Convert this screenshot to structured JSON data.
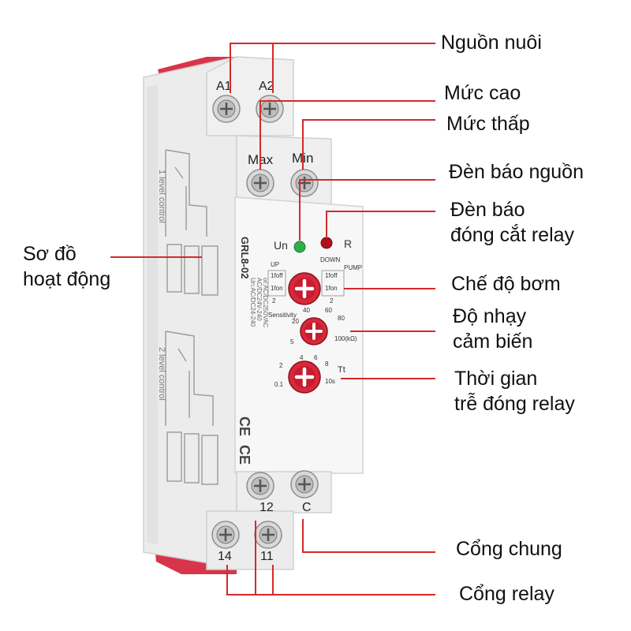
{
  "colors": {
    "leader_line": "#d42a2a",
    "knob": "#d8283a",
    "led_green": "#2db04a",
    "led_red": "#b0101a",
    "body": "#f4f4f4",
    "rail_clip": "#d8344a"
  },
  "callouts": {
    "power_supply": "Nguồn nuôi",
    "high_level": "Mức cao",
    "low_level": "Mức thấp",
    "power_indicator": "Đèn báo nguồn",
    "relay_indicator_line1": "Đèn báo",
    "relay_indicator_line2": "đóng cắt relay",
    "operation_diagram_line1": "Sơ đồ",
    "operation_diagram_line2": "hoạt động",
    "pump_mode": "Chế độ bơm",
    "sensitivity_line1": "Độ nhạy",
    "sensitivity_line2": "cảm biến",
    "delay_line1": "Thời gian",
    "delay_line2": "trễ đóng relay",
    "common_port": "Cổng chung",
    "relay_port": "Cổng relay"
  },
  "device": {
    "terminal_a1": "A1",
    "terminal_a2": "A2",
    "terminal_max": "Max",
    "terminal_min": "Min",
    "terminal_12": "12",
    "terminal_c": "C",
    "terminal_14": "14",
    "terminal_11": "11",
    "led_un": "Un",
    "led_r": "R",
    "model": "GRL8-02",
    "voltage_1": "Un:AC/DC24-240",
    "voltage_2": "AC/DC24V-240",
    "voltage_3": "or:AC/DC250VAC",
    "mode_up": "UP",
    "mode_down": "DOWN",
    "mode_pump": "PUMP",
    "mode_1off": "1foff",
    "mode_1on": "1fon",
    "mode_2": "2",
    "sensitivity_label": "Sensitivity",
    "sens_5": "5",
    "sens_20": "20",
    "sens_40": "40",
    "sens_60": "60",
    "sens_80": "80",
    "sens_100": "100(kΩ)",
    "delay_tt": "Tt",
    "delay_01": "0.1",
    "delay_2": "2",
    "delay_4": "4",
    "delay_6": "6",
    "delay_8": "8",
    "delay_10": "10s",
    "ce_mark": "CE",
    "side_text_1": "1 level control",
    "side_text_2": "2 level control"
  }
}
